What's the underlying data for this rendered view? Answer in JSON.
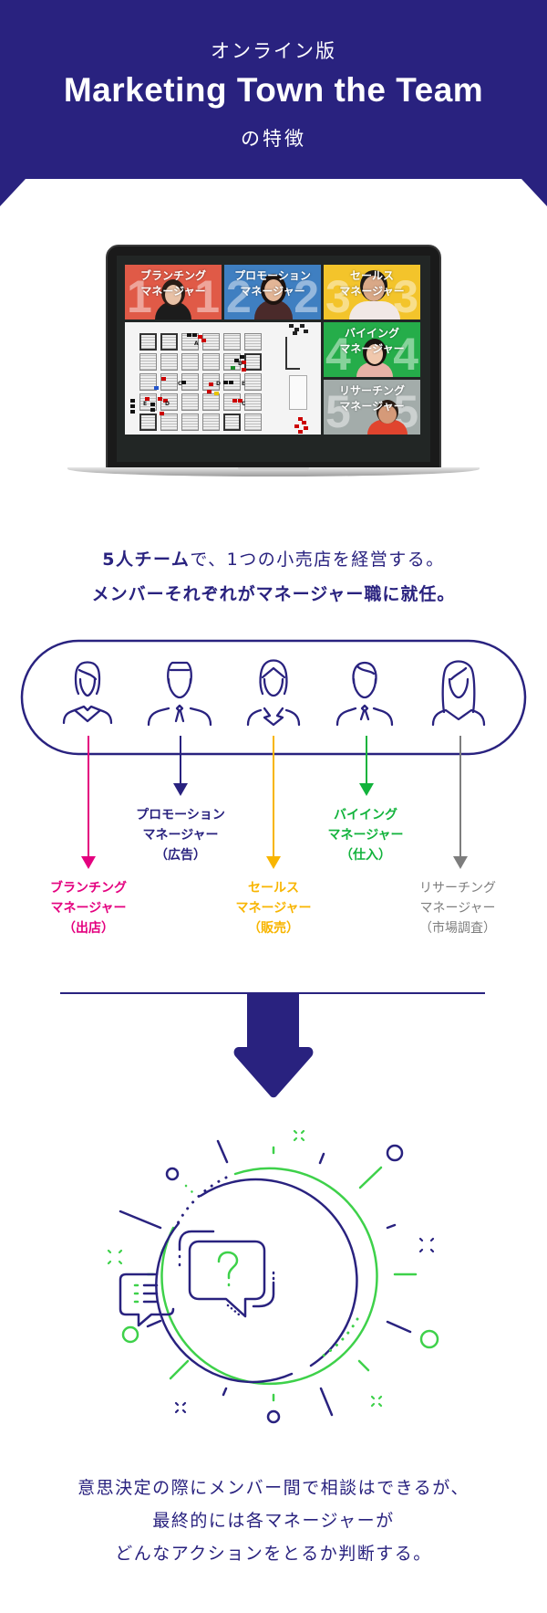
{
  "header": {
    "subtitle_top": "オンライン版",
    "title": "Marketing Town the Team",
    "subtitle_bottom": "の特徴"
  },
  "laptop_screen": {
    "tiles": [
      {
        "number": "1",
        "label_line1": "ブランチング",
        "label_line2": "マネージャー",
        "color": "#e05a47"
      },
      {
        "number": "2",
        "label_line1": "プロモーション",
        "label_line2": "マネージャー",
        "color": "#3f7fc1"
      },
      {
        "number": "3",
        "label_line1": "セールス",
        "label_line2": "マネージャー",
        "color": "#f3c42b"
      },
      {
        "number": "4",
        "label_line1": "バイイング",
        "label_line2": "マネージャー",
        "color": "#25ad4a"
      },
      {
        "number": "5",
        "label_line1": "リサーチング",
        "label_line2": "マネージャー",
        "color": "#a3acaa"
      }
    ],
    "board_labels": [
      "A",
      "D",
      "C",
      "D",
      "E",
      "E",
      "D",
      "C"
    ]
  },
  "statement": {
    "line1_bold": "5人チーム",
    "line1_rest": "で、1つの小売店を経営する。",
    "line2": "メンバーそれぞれがマネージャー職に就任。"
  },
  "roles": [
    {
      "name": "ブランチング",
      "title": "マネージャー",
      "duty": "（出店）",
      "color": "#e4007f",
      "icon": "woman-icon"
    },
    {
      "name": "プロモーション",
      "title": "マネージャー",
      "duty": "（広告）",
      "color": "#29227f",
      "icon": "man-tie-icon"
    },
    {
      "name": "セールス",
      "title": "マネージャー",
      "duty": "（販売）",
      "color": "#f8b500",
      "icon": "woman-suit-icon"
    },
    {
      "name": "バイイング",
      "title": "マネージャー",
      "duty": "（仕入）",
      "color": "#12b33c",
      "icon": "man-tie-icon"
    },
    {
      "name": "リサーチング",
      "title": "マネージャー",
      "duty": "（市場調査）",
      "color": "#7d7d7d",
      "icon": "woman-long-hair-icon"
    }
  ],
  "closing": {
    "line1": "意思決定の際にメンバー間で相談はできるが、",
    "line2": "最終的には各マネージャーが",
    "line3": "どんなアクションをとるか判断する。"
  },
  "colors": {
    "navy": "#29227f",
    "green": "#3ed14a",
    "white": "#ffffff"
  }
}
